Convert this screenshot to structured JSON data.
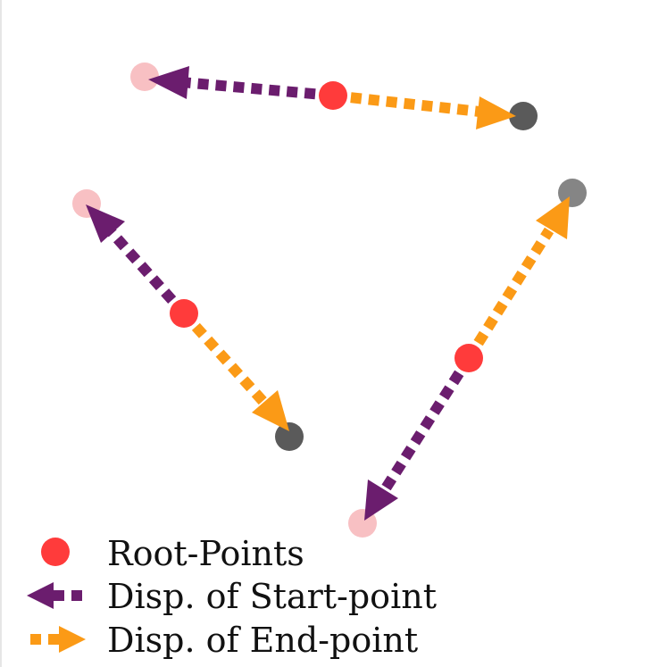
{
  "colors": {
    "root": "#ff3b3b",
    "start_point": "#f8c0c3",
    "end_point_dark": "#5a5a5a",
    "end_point_light": "#858585",
    "start_disp": "#6b1d6e",
    "end_disp": "#fb9a16",
    "background": "#ffffff"
  },
  "legend": {
    "root_points": "Root-Points",
    "start_disp": "Disp. of  Start-point",
    "end_disp": "Disp. of  End-point"
  },
  "icons": {
    "root_marker": "filled-circle",
    "start_arrow": "dashed-arrow-left",
    "end_arrow": "dashed-arrow-right"
  }
}
